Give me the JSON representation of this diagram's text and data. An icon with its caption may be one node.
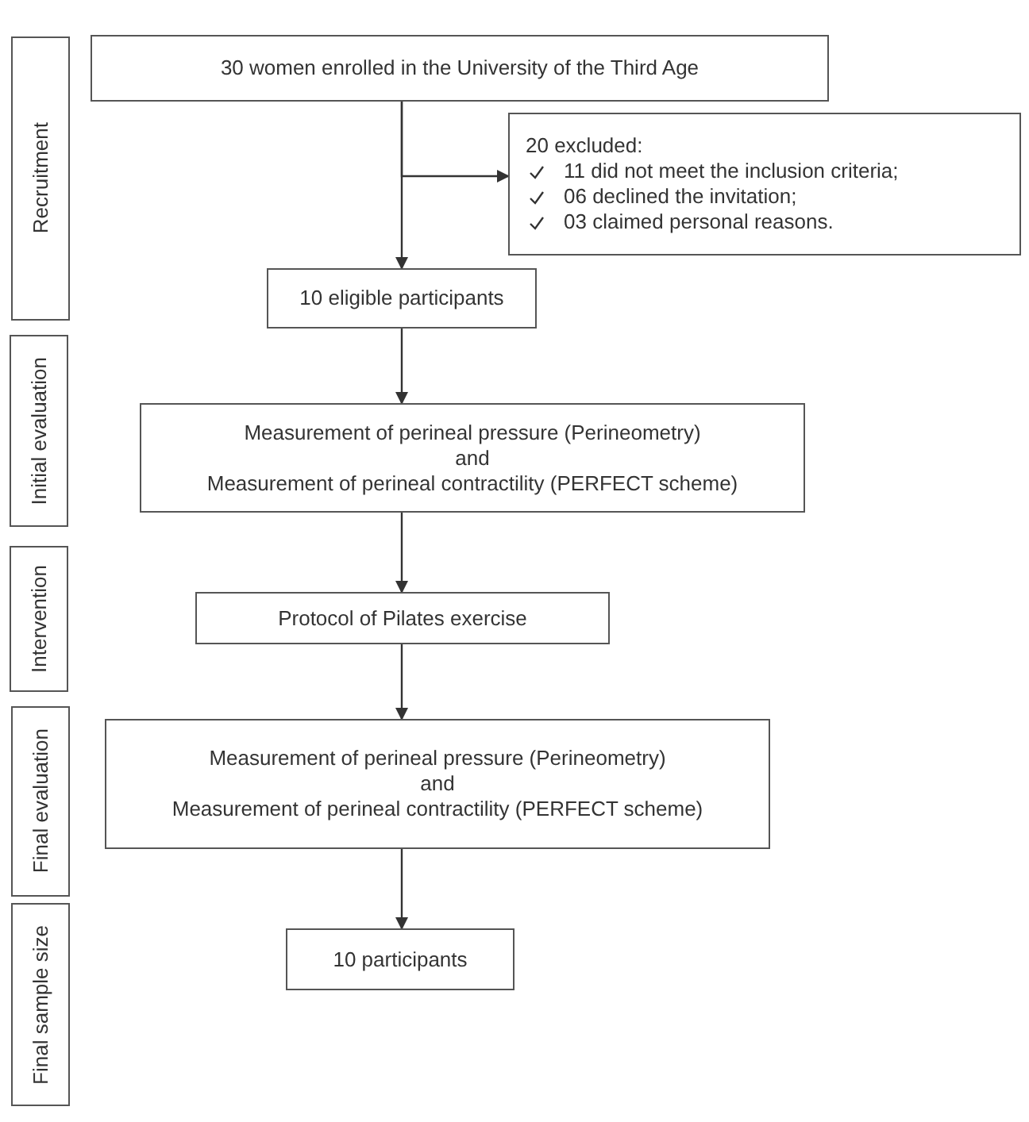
{
  "diagram": {
    "nodes": [
      {
        "text": [
          "Recruitment"
        ]
      },
      {
        "text": [
          "30 women enrolled in the University of the Third Age"
        ]
      },
      {
        "text": [
          "20 excluded:",
          "11 did not meet the inclusion criteria;",
          "06 declined the invitation;",
          "03 claimed personal reasons."
        ]
      },
      {
        "text": [
          "10 eligible participants"
        ]
      },
      {
        "text": [
          "Initial evaluation"
        ]
      },
      {
        "text": [
          "Measurement of perineal pressure (Perineometry)",
          "and",
          "Measurement of perineal contractility (PERFECT scheme)"
        ]
      },
      {
        "text": [
          "Intervention"
        ]
      },
      {
        "text": [
          "Protocol of Pilates exercise"
        ]
      },
      {
        "text": [
          "Final evaluation"
        ]
      },
      {
        "text": [
          "Measurement of perineal pressure (Perineometry)",
          "and",
          "Measurement of perineal contractility (PERFECT scheme)"
        ]
      },
      {
        "text": [
          "Final sample size"
        ]
      },
      {
        "text": [
          "10 participants"
        ]
      }
    ],
    "edges": [
      {
        "from": 1,
        "to": 3,
        "arrow": "to"
      },
      {
        "from": 1,
        "to": 2,
        "arrow": "to"
      },
      {
        "from": 3,
        "to": 5,
        "arrow": "to"
      },
      {
        "from": 5,
        "to": 7,
        "arrow": "to"
      },
      {
        "from": 7,
        "to": 9,
        "arrow": "to"
      },
      {
        "from": 9,
        "to": 11,
        "arrow": "to"
      }
    ]
  }
}
